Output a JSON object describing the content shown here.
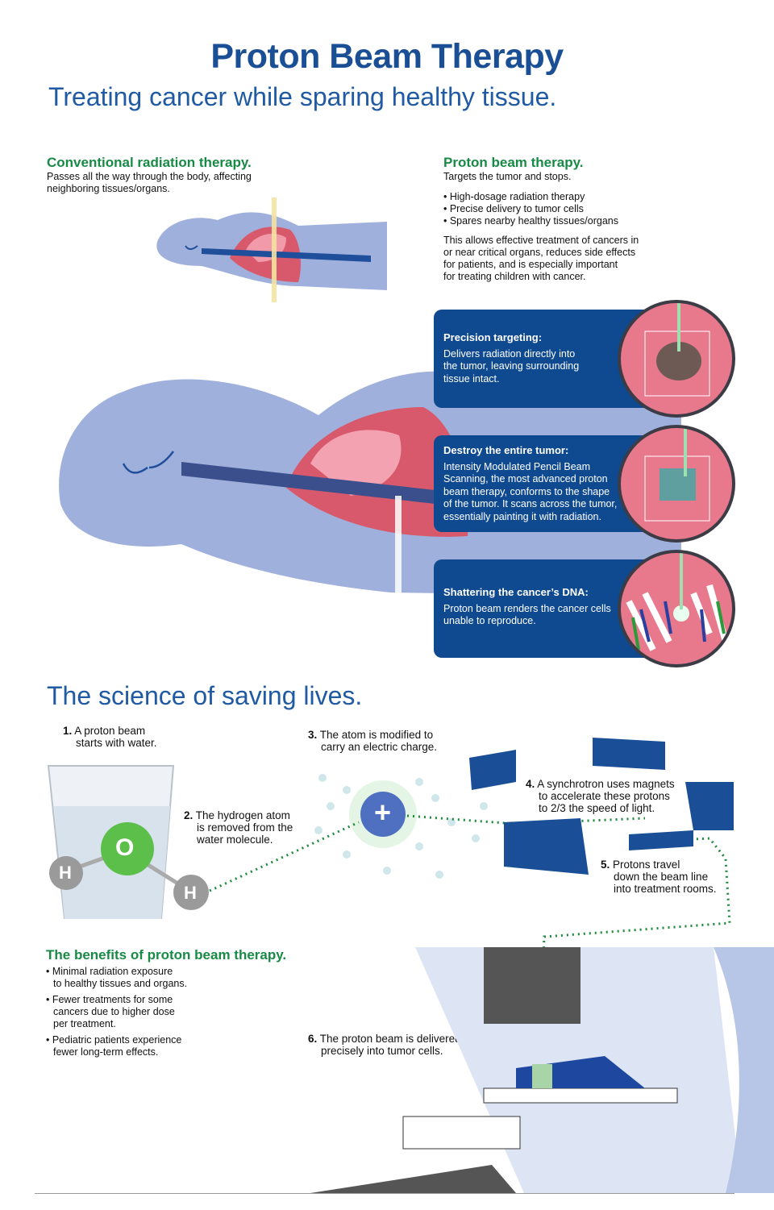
{
  "title": "Proton Beam Therapy",
  "subtitle": "Treating cancer while sparing healthy tissue.",
  "conventional": {
    "heading": "Conventional radiation therapy.",
    "line1": "Passes all the way through the body, affecting",
    "line2": "neighboring tissues/organs."
  },
  "proton": {
    "heading": "Proton beam therapy.",
    "tagline": "Targets the tumor and stops.",
    "bullets": [
      "• High-dosage radiation therapy",
      "• Precise delivery to tumor cells",
      "• Spares nearby healthy tissues/organs"
    ],
    "para": [
      "This allows effective treatment of cancers in",
      "or near critical organs, reduces side effects",
      "for patients, and is especially important",
      "for treating children with cancer."
    ]
  },
  "panels": [
    {
      "title": "Precision targeting:",
      "lines": [
        "Delivers radiation directly into",
        "the tumor, leaving surrounding",
        "tissue intact."
      ]
    },
    {
      "title": "Destroy the entire tumor:",
      "lines": [
        "Intensity Modulated Pencil Beam",
        "Scanning, the most advanced proton",
        "beam therapy, conforms to the shape",
        "of the tumor. It scans across the tumor,",
        "essentially painting it with radiation."
      ]
    },
    {
      "title": "Shattering the cancer’s DNA:",
      "lines": [
        "Proton beam renders the cancer cells",
        "unable to reproduce."
      ]
    }
  ],
  "science_heading": "The science of saving lives.",
  "steps": [
    {
      "num": "1.",
      "l1": "A proton beam",
      "l2": "starts with water."
    },
    {
      "num": "2.",
      "l1": "The hydrogen atom",
      "l2": "is removed from the",
      "l3": "water molecule."
    },
    {
      "num": "3.",
      "l1": "The atom is modified to",
      "l2": "carry an electric charge."
    },
    {
      "num": "4.",
      "l1": "A synchrotron uses magnets",
      "l2": "to accelerate these protons",
      "l3": "to 2/3 the speed of light."
    },
    {
      "num": "5.",
      "l1": "Protons travel",
      "l2": "down the beam line",
      "l3": "into treatment rooms."
    },
    {
      "num": "6.",
      "l1": "The proton beam is delivered",
      "l2": "precisely into tumor cells."
    }
  ],
  "molecule": {
    "o": "O",
    "h": "H",
    "plus": "+"
  },
  "benefits": {
    "heading": "The benefits of proton beam therapy.",
    "items": [
      [
        "• Minimal radiation exposure",
        "to healthy tissues and organs."
      ],
      [
        "• Fewer treatments for some",
        "cancers due to higher dose",
        "per treatment."
      ],
      [
        "• Pediatric patients experience",
        "fewer long-term effects."
      ]
    ]
  },
  "colors": {
    "navy": "#0f4a91",
    "green": "#178a45",
    "body": "#9fb0dc",
    "tissue": "#e8798d"
  }
}
